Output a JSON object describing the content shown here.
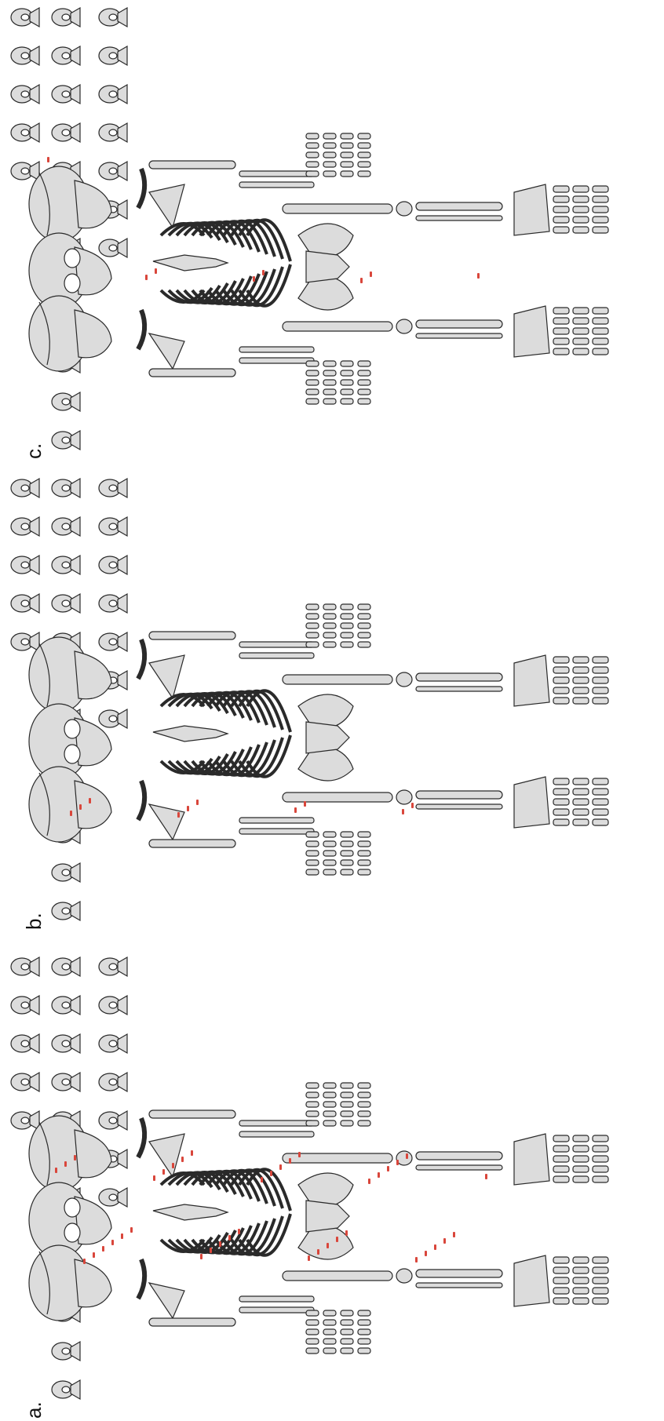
{
  "figure": {
    "panels": [
      {
        "id": "a",
        "label": "a."
      },
      {
        "id": "b",
        "label": "b."
      },
      {
        "id": "c",
        "label": "c."
      }
    ],
    "colors": {
      "bone_fill": "#dcdcdc",
      "bone_stroke": "#2a2a2a",
      "mark": "#d9463b"
    }
  }
}
